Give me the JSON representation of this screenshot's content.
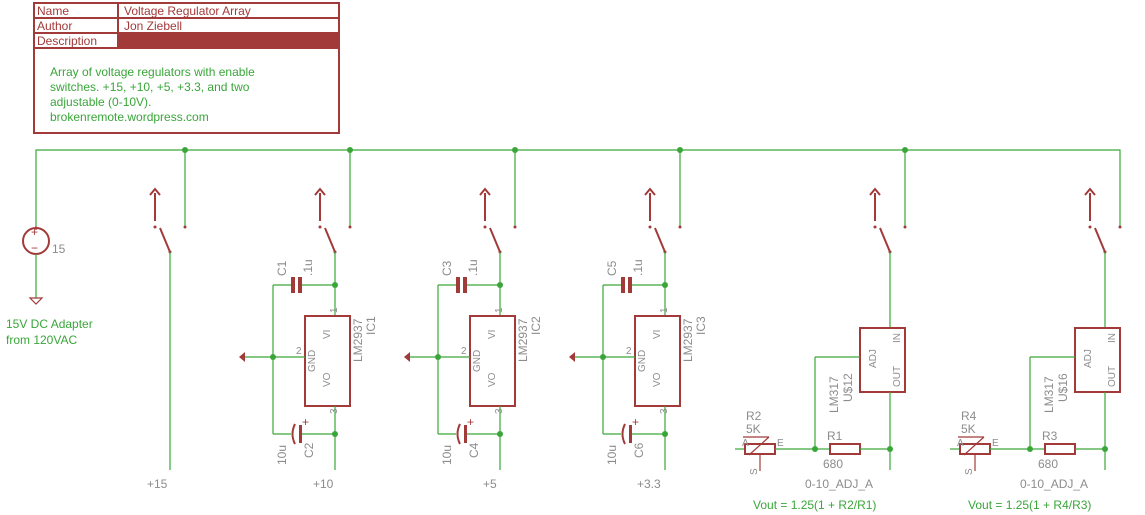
{
  "title_block": {
    "name_label": "Name",
    "name_value": "Voltage Regulator Array",
    "author_label": "Author",
    "author_value": "Jon Ziebell",
    "description_label": "Description",
    "description_lines": [
      "Array of voltage regulators with enable",
      "switches. +15, +10, +5, +3.3, and two",
      "adjustable (0-10V).",
      "brokenremote.wordpress.com"
    ]
  },
  "source": {
    "value": "15",
    "note_line1": "15V DC Adapter",
    "note_line2": "from 120VAC",
    "plus": "+",
    "minus": "−"
  },
  "rails": {
    "out15": "+15",
    "out10": "+10",
    "out5": "+5",
    "out33": "+3.3",
    "adj_a": "0-10_ADJ_A",
    "adj_b": "0-10_ADJ_A"
  },
  "regulators": [
    {
      "name": "IC1",
      "value": "LM2937",
      "cap_in": "C1",
      "cap_in_val": ".1u",
      "cap_out": "C2",
      "cap_out_val": "10u"
    },
    {
      "name": "IC2",
      "value": "LM2937",
      "cap_in": "C3",
      "cap_in_val": ".1u",
      "cap_out": "C4",
      "cap_out_val": "10u"
    },
    {
      "name": "IC3",
      "value": "LM2937",
      "cap_in": "C5",
      "cap_in_val": ".1u",
      "cap_out": "C6",
      "cap_out_val": "10u"
    }
  ],
  "pins": {
    "vi": "VI",
    "gnd": "GND",
    "vo": "VO",
    "p1": "1",
    "p2": "2",
    "p3": "3",
    "adj": "ADJ",
    "in": "IN",
    "out": "OUT",
    "pa": "A",
    "pe": "E",
    "ps": "S",
    "cap_plus": "+"
  },
  "adjustable": [
    {
      "name": "U$12",
      "value": "LM317",
      "pot": "R2",
      "pot_val": "5K",
      "res": "R1",
      "res_val": "680",
      "formula": "Vout = 1.25(1 + R2/R1)"
    },
    {
      "name": "U$16",
      "value": "LM317",
      "pot": "R4",
      "pot_val": "5K",
      "res": "R3",
      "res_val": "680",
      "formula": "Vout = 1.25(1 + R4/R3)"
    }
  ]
}
